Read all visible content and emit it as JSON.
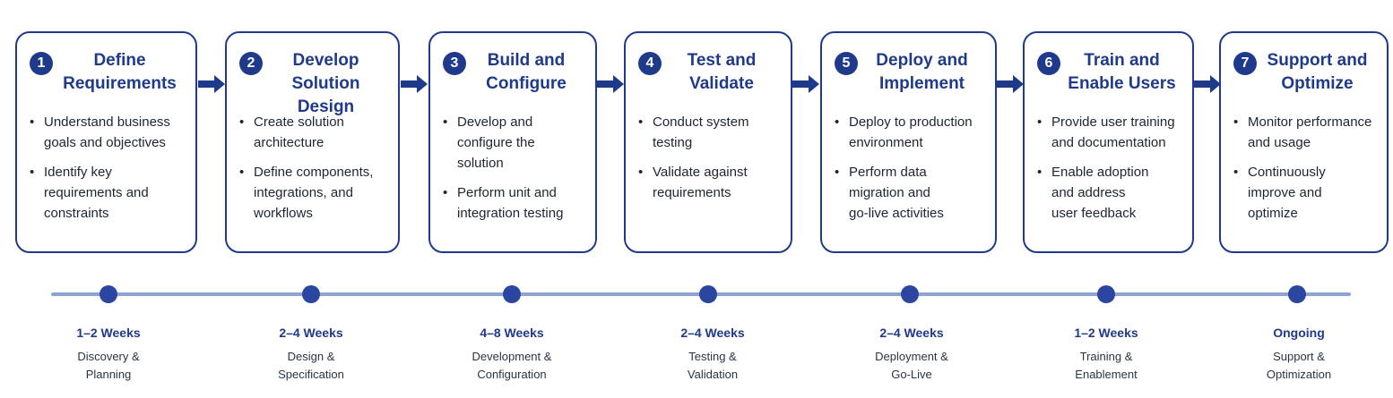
{
  "steps": [
    {
      "number": "1",
      "title": "Define\nRequirements",
      "bullets": [
        "Understand business\ngoals and objectives",
        "Identify key\nrequirements and\nconstraints"
      ],
      "duration": "1–2 Weeks",
      "phase": "Discovery &\nPlanning"
    },
    {
      "number": "2",
      "title": "Develop\nSolution Design",
      "bullets": [
        "Create solution\narchitecture",
        "Define components,\nintegrations, and\nworkflows"
      ],
      "duration": "2–4 Weeks",
      "phase": "Design &\nSpecification"
    },
    {
      "number": "3",
      "title": "Build and\nConfigure",
      "bullets": [
        "Develop and\nconfigure the\nsolution",
        "Perform unit and\nintegration testing"
      ],
      "duration": "4–8 Weeks",
      "phase": "Development &\nConfiguration"
    },
    {
      "number": "4",
      "title": "Test and\nValidate",
      "bullets": [
        "Conduct system\ntesting",
        "Validate against\nrequirements"
      ],
      "duration": "2–4 Weeks",
      "phase": "Testing &\nValidation"
    },
    {
      "number": "5",
      "title": "Deploy and\nImplement",
      "bullets": [
        "Deploy to production\nenvironment",
        "Perform data\nmigration and\ngo-live activities"
      ],
      "duration": "2–4 Weeks",
      "phase": "Deployment &\nGo-Live"
    },
    {
      "number": "6",
      "title": "Train and\nEnable Users",
      "bullets": [
        "Provide user training\nand documentation",
        "Enable adoption\nand address\nuser feedback"
      ],
      "duration": "1–2 Weeks",
      "phase": "Training &\nEnablement"
    },
    {
      "number": "7",
      "title": "Support and\nOptimize",
      "bullets": [
        "Monitor performance\nand usage",
        "Continuously\nimprove and\noptimize"
      ],
      "duration": "Ongoing",
      "phase": "Support &\nOptimization"
    }
  ],
  "colors": {
    "accent": "#1f3a8a",
    "timeline": "#8ea2d4",
    "dot": "#2a46a0"
  }
}
